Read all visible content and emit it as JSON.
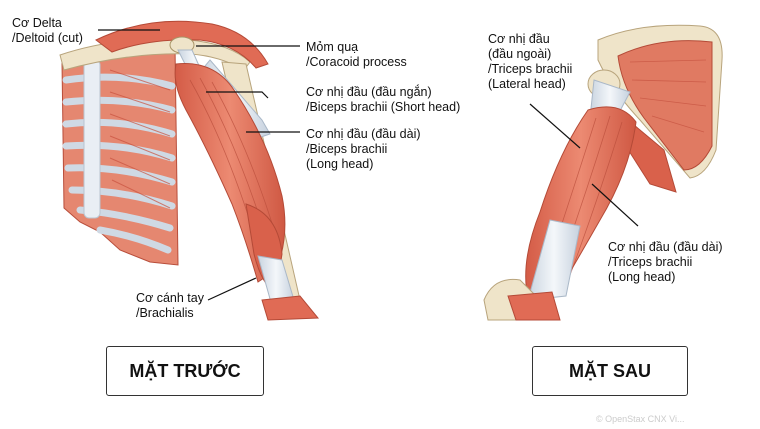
{
  "anterior": {
    "labels": {
      "deltoid": [
        "Cơ Delta",
        "/Deltoid (cut)"
      ],
      "coracoid": [
        "Mỏm quạ",
        "/Coracoid process"
      ],
      "biceps_short": [
        "Cơ nhị đầu (đầu ngắn)",
        "/Biceps brachii (Short head)"
      ],
      "biceps_long": [
        "Cơ nhị đầu (đầu dài)",
        "/Biceps brachii",
        "(Long head)"
      ],
      "brachialis": [
        "Cơ cánh tay",
        "/Brachialis"
      ]
    },
    "button": "MẶT TRƯỚC"
  },
  "posterior": {
    "labels": {
      "triceps_lateral": [
        "Cơ nhị đầu",
        "(đầu ngoài)",
        "/Triceps brachii",
        "(Lateral head)"
      ],
      "triceps_long": [
        "Cơ nhị đầu (đầu dài)",
        "/Triceps brachii",
        "(Long head)"
      ]
    },
    "button": "MẶT SAU"
  },
  "watermark": "© OpenStax CNX Vi...",
  "colors": {
    "muscle": "#e0705a",
    "muscle_dark": "#c4503e",
    "tendon": "#dfe6ee",
    "bone": "#eee3c8",
    "leader": "#111111"
  }
}
